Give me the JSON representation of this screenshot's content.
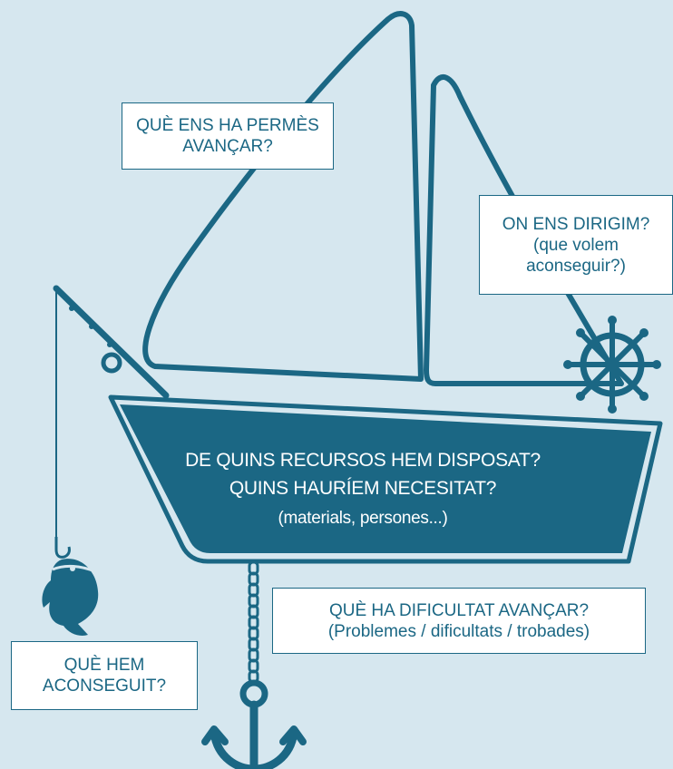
{
  "colors": {
    "background": "#d6e7ef",
    "primary": "#1b6784",
    "text_on_dark": "#ffffff",
    "box_fill": "#ffffff"
  },
  "icons": [
    "fishing-rod-icon",
    "fish-icon",
    "ship-wheel-icon",
    "anchor-icon",
    "chain-icon",
    "sailboat-icon"
  ],
  "sail_left": {
    "line1": "QUÈ ENS HA PERMÈS",
    "line2": "AVANÇAR?"
  },
  "sail_right": {
    "line1": "ON ENS DIRIGIM?",
    "line2": "(que volem",
    "line3": "aconseguir?)"
  },
  "hull": {
    "line1": "DE QUINS RECURSOS HEM DISPOSAT?",
    "line2": "QUINS HAURÍEM NECESITAT?",
    "line3": "(materials, persones...)"
  },
  "anchor_box": {
    "line1": "QUÈ HA DIFICULTAT AVANÇAR?",
    "line2": "(Problemes / dificultats / trobades)"
  },
  "fish_box": {
    "line1": "QUÈ HEM",
    "line2": "ACONSEGUIT?"
  }
}
